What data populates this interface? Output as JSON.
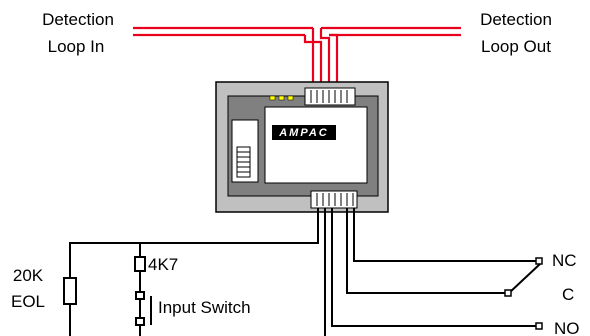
{
  "labels": {
    "loop_in_line1": "Detection",
    "loop_in_line2": "Loop In",
    "loop_out_line1": "Detection",
    "loop_out_line2": "Loop Out",
    "brand": "AMPAC",
    "eol_line1": "20K",
    "eol_line2": "EOL",
    "resistor_4k7": "4K7",
    "input_switch": "Input Switch",
    "nc": "NC",
    "c": "C",
    "no": "NO"
  },
  "colors": {
    "loop_wire": "#e8001c",
    "wire": "#000000",
    "module_body": "#c0c0c0",
    "module_panel": "#808080",
    "terminal_fill": "#ffffff",
    "brand_fill": "#000000"
  }
}
